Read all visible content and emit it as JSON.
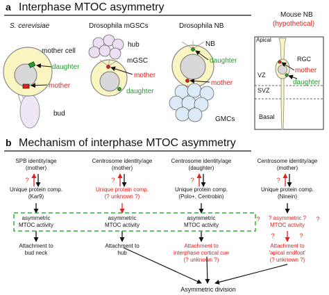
{
  "panel_a": {
    "letter": "a",
    "title": "Interphase MTOC asymmetry",
    "columns": {
      "scer": {
        "title": "S. cerevisiae",
        "mother_cell": "mother cell",
        "daughter": "daughter",
        "mother": "mother",
        "bud": "bud"
      },
      "mgsc": {
        "title": "Drosophila mGSCs",
        "hub": "hub",
        "mgsc": "mGSC",
        "mother": "mother",
        "daughter": "daughter"
      },
      "nb": {
        "title": "Drosophila NB",
        "nb": "NB",
        "daughter": "daughter",
        "mother": "mother",
        "gmcs": "GMCs"
      },
      "mouse": {
        "title": "Mouse NB",
        "subtitle": "(hypothetical)",
        "apical": "Apical",
        "rgc": "RGC",
        "vz": "VZ",
        "mother": "mother",
        "svz": "SVZ",
        "daughter": "daughter",
        "basal": "Basal"
      }
    }
  },
  "panel_b": {
    "letter": "b",
    "title": "Mechanism of interphase MTOC asymmetry",
    "columns": [
      {
        "identity": [
          "SPB identity/age",
          "(mother)"
        ],
        "question": "?",
        "protein": [
          "Unique protein comp.",
          "(Kar9)"
        ],
        "protein_red": false,
        "activity": [
          "asymmetric",
          "MTOC activity"
        ],
        "activity_red": false,
        "attachment": [
          "Attachment to",
          "bud neck"
        ],
        "attachment_red": false
      },
      {
        "identity": [
          "Centrosome identity/age",
          "(mother)"
        ],
        "question": "?",
        "protein": [
          "Unique protein comp.",
          "(? unknown ?)"
        ],
        "protein_red": true,
        "activity": [
          "asymmetric",
          "MTOC activity"
        ],
        "activity_red": false,
        "attachment": [
          "Attachment to",
          "hub"
        ],
        "attachment_red": false
      },
      {
        "identity": [
          "Centrosome identity/age",
          "(daughter)"
        ],
        "question": "?",
        "protein": [
          "Unique protein comp.",
          "(Polo+, Centrobin)"
        ],
        "protein_red": false,
        "activity": [
          "asymmetric",
          "MTOC activity"
        ],
        "activity_red": false,
        "attachment": [
          "Attachment to",
          "interphase cortical cue",
          "(? unknown ?)"
        ],
        "attachment_red": true
      },
      {
        "identity": [
          "Centrosome identity/age",
          "(mother)"
        ],
        "question": "?",
        "protein": [
          "Unique protein comp.",
          "(Ninein)"
        ],
        "protein_red": false,
        "activity": [
          "? asymmetric ?",
          "MTOC activity"
        ],
        "activity_red": true,
        "attachment": [
          "Attachment to",
          "'apical endfoot'",
          "(? unknown ?)"
        ],
        "attachment_red": true
      }
    ],
    "bottom": "Asymmetric division"
  },
  "colors": {
    "red": "#e0201b",
    "green": "#1f9e2c",
    "cell_fill": "#fbf5c2",
    "dashed_box": "#2fb02f",
    "hub_fill": "#ede0f4",
    "gmc_fill": "#ddeaf7"
  }
}
